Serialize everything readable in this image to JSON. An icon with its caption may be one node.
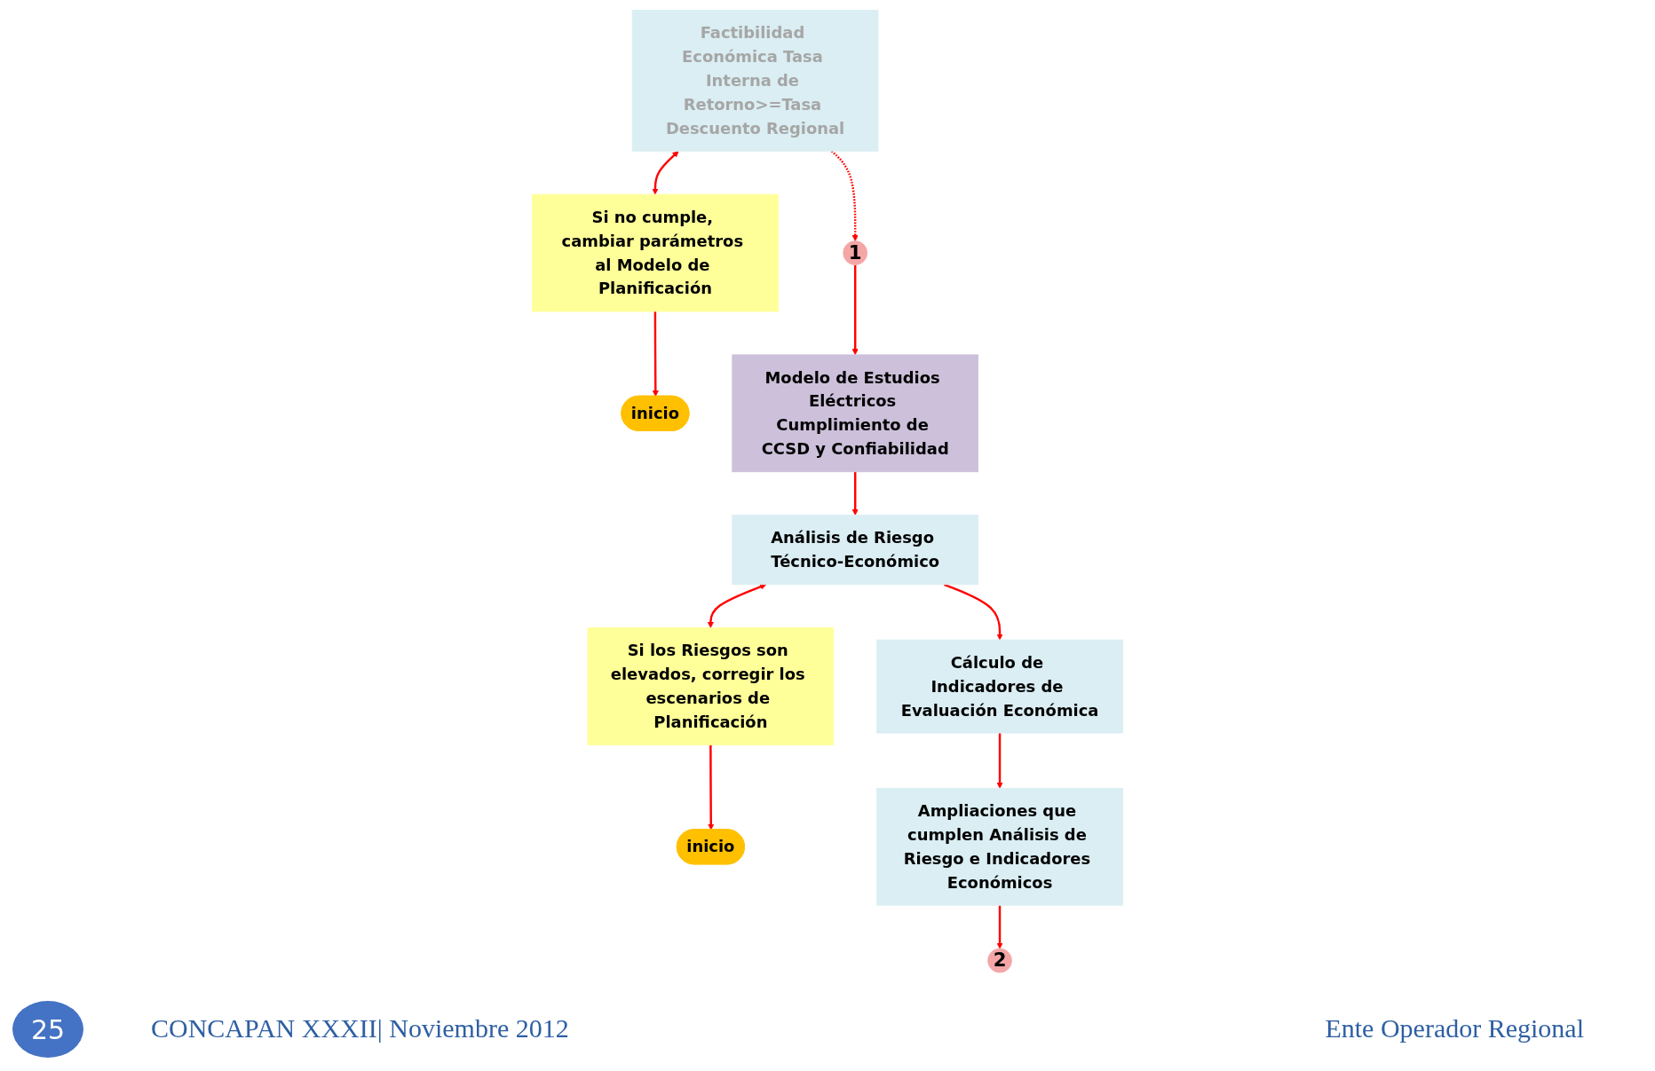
{
  "diagram": {
    "nodes": [
      {
        "text": [
          "Factibilidad Económica Tasa Interna de Retorno>=Tasa Descuento Regional"
        ]
      },
      {
        "text": [
          "1"
        ]
      },
      {
        "text": [
          "Si no cumple, cambiar parámetros al Modelo de Planificación"
        ]
      },
      {
        "text": [
          "inicio"
        ]
      },
      {
        "text": [
          "Modelo de Estudios Eléctricos Cumplimiento de CCSD y Confiabilidad"
        ]
      },
      {
        "text": [
          "Si los Riesgos son elevados, corregir los escenarios de Planificación"
        ]
      },
      {
        "text": [
          "Análisis de Riesgo Técnico-Económico"
        ]
      },
      {
        "text": [
          "inicio"
        ]
      },
      {
        "text": [
          "Cálculo de Indicadores de Evaluación Económica"
        ]
      },
      {
        "text": [
          "Ampliaciones que cumplen Análisis de Riesgo e Indicadores Económicos"
        ]
      },
      {
        "text": [
          "2"
        ]
      }
    ],
    "edges": [
      {
        "from": 0,
        "to": 1,
        "arrow": "to",
        "style": "dashed"
      },
      {
        "from": 0,
        "to": 2,
        "arrow": "both"
      },
      {
        "from": 2,
        "to": 3,
        "arrow": "to"
      },
      {
        "from": 1,
        "to": 4,
        "arrow": "to"
      },
      {
        "from": 4,
        "to": 6,
        "arrow": "to"
      },
      {
        "from": 6,
        "to": 5,
        "arrow": "both"
      },
      {
        "from": 5,
        "to": 7,
        "arrow": "to"
      },
      {
        "from": 6,
        "to": 8,
        "arrow": "to"
      },
      {
        "from": 8,
        "to": 9,
        "arrow": "to"
      },
      {
        "from": 9,
        "to": 10,
        "arrow": "to"
      }
    ],
    "labels": [
      "25",
      "CONCAPAN XXXII| Noviembre 2012",
      "Ente Operador Regional"
    ]
  }
}
